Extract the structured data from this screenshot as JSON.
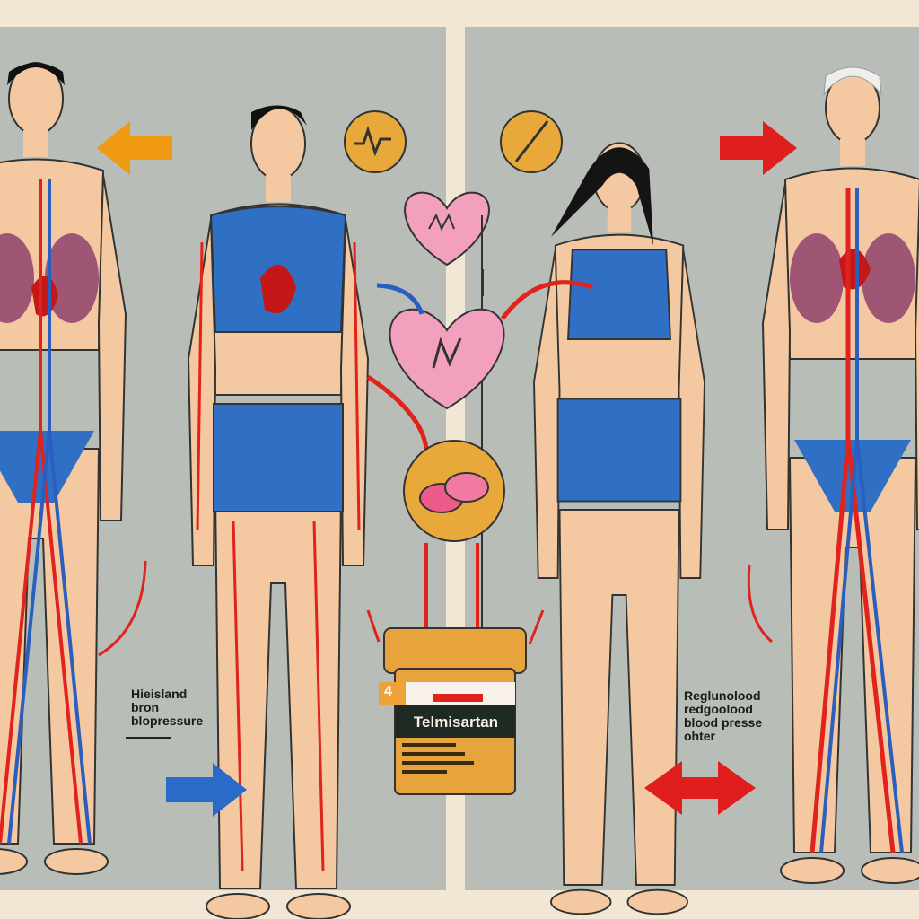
{
  "left_label": {
    "lines": [
      "Hieisland",
      "bron",
      "blopressure"
    ]
  },
  "right_label": {
    "lines": [
      "Reglunolood",
      "redgoolood",
      "blood presse",
      "ohter"
    ]
  },
  "jar": {
    "name": "Telmisartan",
    "number": "4"
  },
  "colors": {
    "background": "#b8bdb7",
    "border": "#f2e6d4",
    "skin": "#f4c9a1",
    "clothing": "#2f6fc4",
    "artery": "#e0231c",
    "vein": "#2a5fc0",
    "heart_icon": "#f3a0be",
    "pill_coin": "#e8a83a",
    "jar": "#e8a43c"
  },
  "icons": [
    "heartbeat-coin-icon",
    "pill-coin-icon",
    "heart-pulse-icon",
    "heart-icon",
    "pills-icon",
    "medicine-jar-icon",
    "arrow-left-icon",
    "arrow-right-icon",
    "double-arrow-icon"
  ]
}
